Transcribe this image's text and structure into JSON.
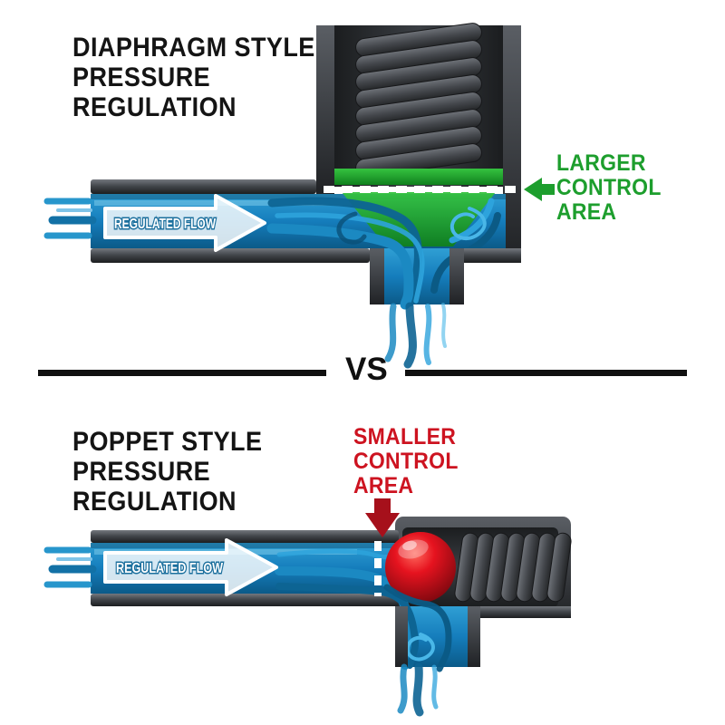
{
  "top": {
    "title_lines": [
      "DIAPHRAGM STYLE",
      "PRESSURE",
      "REGULATION"
    ],
    "flow_label": "REGULATED FLOW",
    "control_label_lines": [
      "LARGER",
      "CONTROL",
      "AREA"
    ]
  },
  "divider": {
    "vs": "VS"
  },
  "bottom": {
    "title_lines": [
      "POPPET STYLE",
      "PRESSURE",
      "REGULATION"
    ],
    "flow_label": "REGULATED FLOW",
    "control_label_lines": [
      "SMALLER",
      "CONTROL",
      "AREA"
    ]
  },
  "colors": {
    "flow_blue": "#1b89c2",
    "larger_green": "#1d9e2d",
    "smaller_red": "#cd1320",
    "metal_dark": "#2b2d30",
    "text_black": "#141414"
  }
}
